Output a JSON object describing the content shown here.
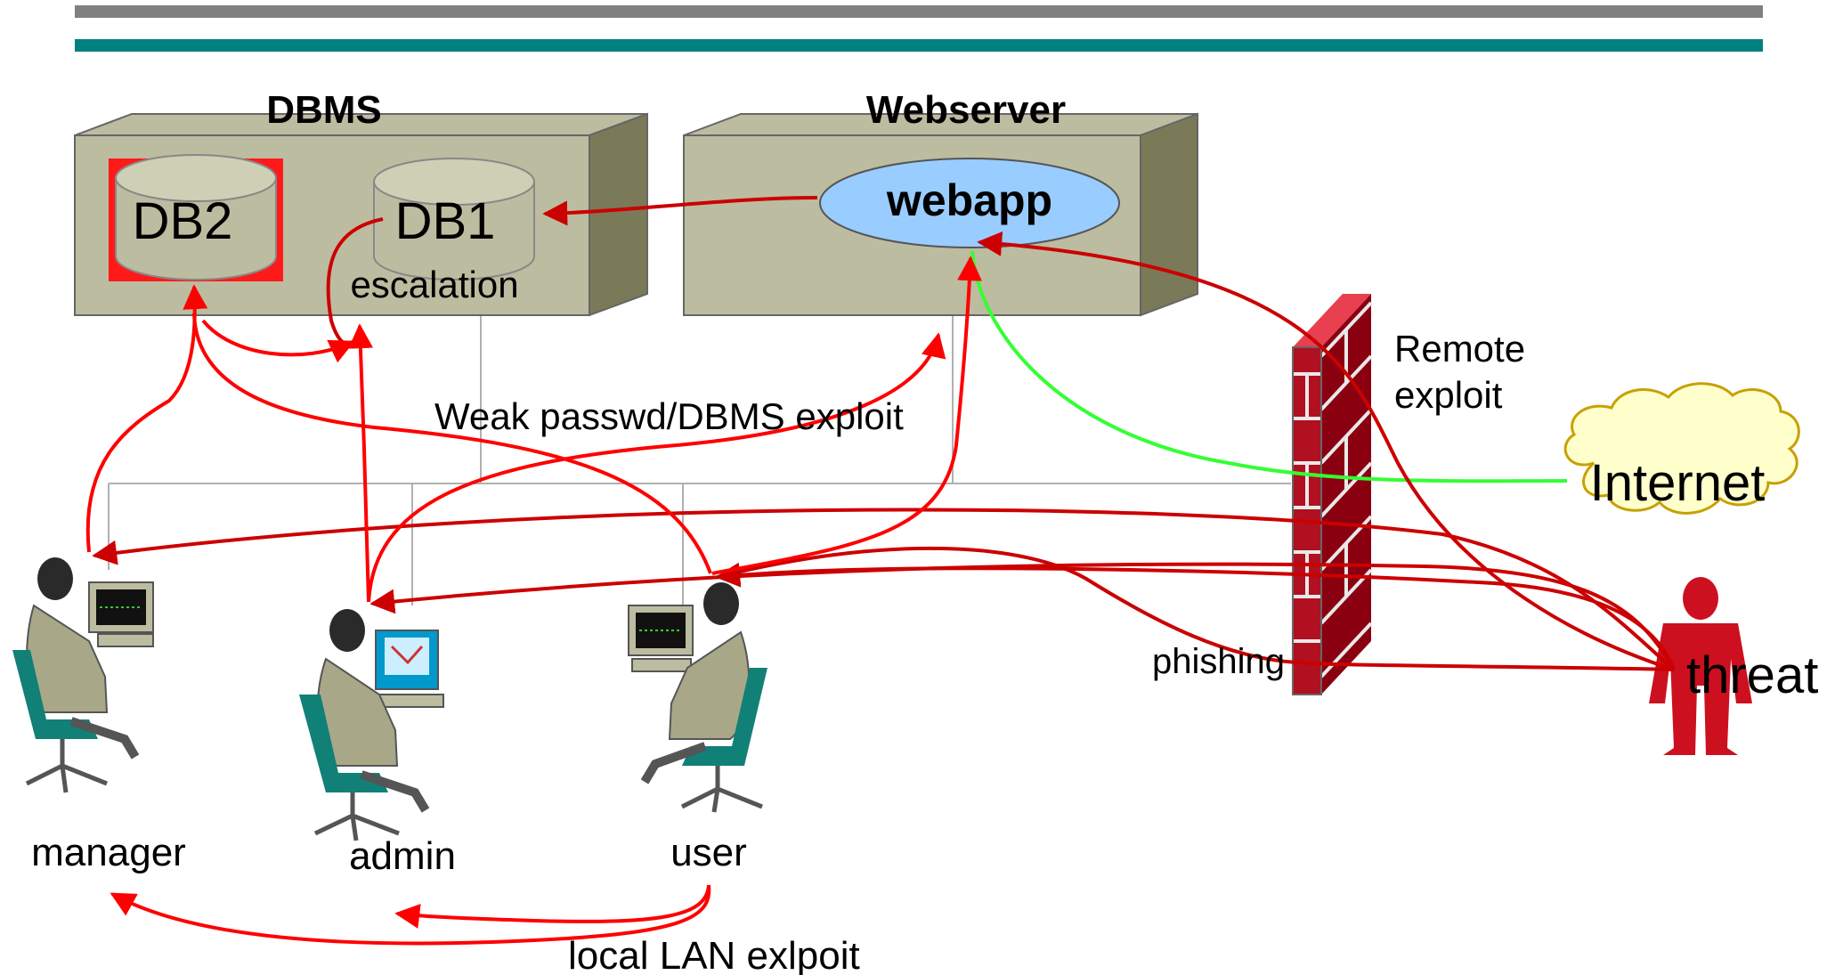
{
  "servers": {
    "dbms": {
      "title": "DBMS"
    },
    "webserver": {
      "title": "Webserver"
    }
  },
  "databases": {
    "db2": {
      "label": "DB2"
    },
    "db1": {
      "label": "DB1"
    }
  },
  "webapp": {
    "label": "webapp"
  },
  "cloud": {
    "label": "Internet"
  },
  "people": {
    "manager": {
      "label": "manager"
    },
    "admin": {
      "label": "admin"
    },
    "user": {
      "label": "user"
    },
    "threat": {
      "label": "threat"
    }
  },
  "annotations": {
    "escalation": "escalation",
    "weak_passwd": "Weak passwd/DBMS exploit",
    "remote_exploit_line1": "Remote",
    "remote_exploit_line2": "exploit",
    "phishing": "phishing",
    "local_lan": "local LAN exlpoit"
  },
  "colors": {
    "top_bar_gray": "#808080",
    "top_bar_teal": "#008080",
    "server_box": "#bcbca0",
    "server_side": "#7a7a58",
    "webapp_fill": "#99ccff",
    "cloud_fill": "#ffffcc",
    "cloud_stroke": "#c8a000",
    "attack_red": "#cc0000",
    "arrow_red": "#ff0000",
    "legit_green": "#33ff33",
    "firewall_brick": "#b01020",
    "threat_red": "#cc1020"
  }
}
